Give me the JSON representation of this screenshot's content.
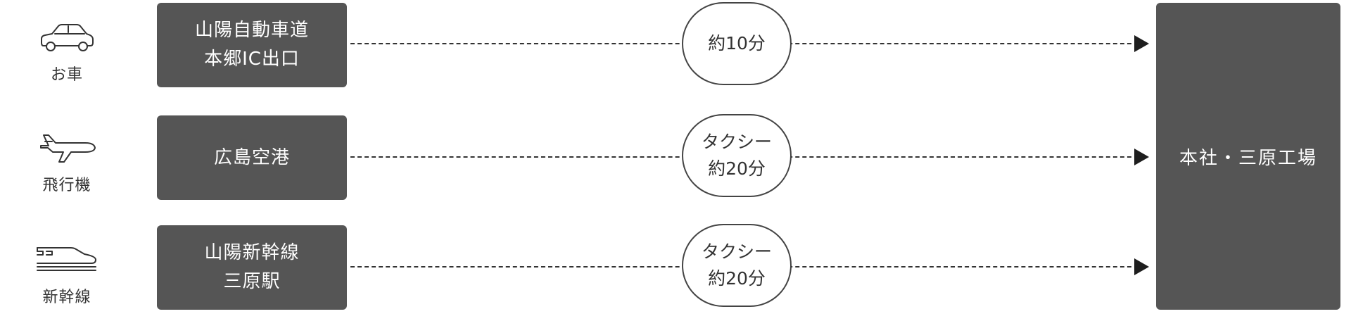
{
  "routes": [
    {
      "mode_icon": "car-icon",
      "mode_label": "お車",
      "origin_lines": [
        "山陽自動車道",
        "本郷IC出口"
      ],
      "time_lines": [
        "約10分"
      ]
    },
    {
      "mode_icon": "airplane-icon",
      "mode_label": "飛行機",
      "origin_lines": [
        "広島空港"
      ],
      "time_lines": [
        "タクシー",
        "約20分"
      ]
    },
    {
      "mode_icon": "shinkansen-icon",
      "mode_label": "新幹線",
      "origin_lines": [
        "山陽新幹線",
        "三原駅"
      ],
      "time_lines": [
        "タクシー",
        "約20分"
      ]
    }
  ],
  "destination": "本社・三原工場",
  "colors": {
    "box": "#555555",
    "box_text": "#ffffff",
    "line": "#333333",
    "arrow": "#1e1e1e"
  }
}
